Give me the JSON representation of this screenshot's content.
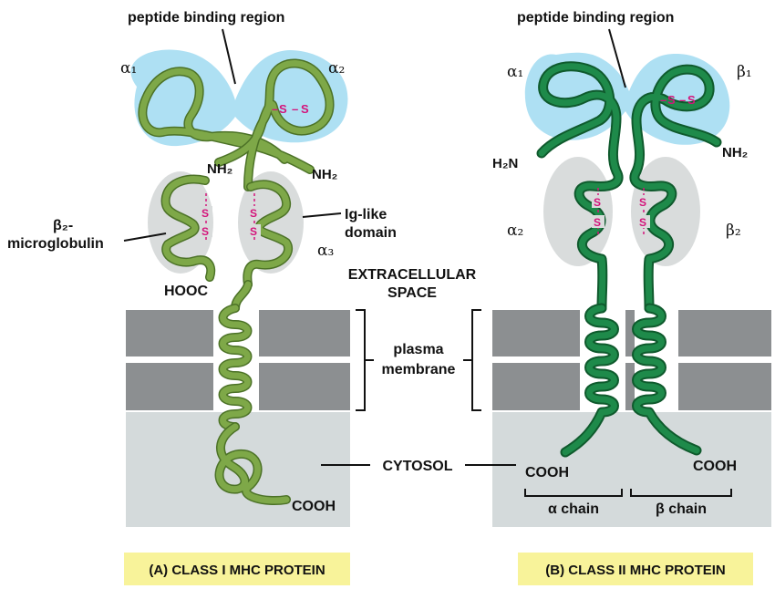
{
  "colors": {
    "class1_chain": "#7ea848",
    "class1_chain_dark": "#4c7227",
    "class2_chain": "#1e8a4a",
    "class2_chain_dark": "#0f5a2d",
    "peptide_region": "#aee0f3",
    "domain_oval": "#d9dcdc",
    "membrane": "#8c8f91",
    "cytosol": "#d4dadb",
    "disulfide": "#d4147b",
    "caption_bg": "#f8f39a"
  },
  "class1": {
    "peptide_label": "peptide binding region",
    "alpha1": "α₁",
    "alpha2": "α₂",
    "alpha3": "α₃",
    "nh2_inner": "NH₂",
    "nh2_outer": "NH₂",
    "beta2_line1": "β₂-",
    "beta2_line2": "microglobulin",
    "hooc": "HOOC",
    "iglike_line1": "Ig-like",
    "iglike_line2": "domain",
    "cooh": "COOH",
    "caption": "(A)  CLASS I MHC PROTEIN"
  },
  "class2": {
    "peptide_label": "peptide binding region",
    "alpha1": "α₁",
    "beta1": "β₁",
    "alpha2": "α₂",
    "beta2": "β₂",
    "h2n": "H₂N",
    "nh2": "NH₂",
    "cooh_left": "COOH",
    "cooh_right": "COOH",
    "alpha_chain": "α chain",
    "beta_chain": "β chain",
    "caption": "(B)  CLASS II MHC PROTEIN"
  },
  "center": {
    "extracellular_line1": "EXTRACELLULAR",
    "extracellular_line2": "SPACE",
    "plasma_line1": "plasma",
    "plasma_line2": "membrane",
    "cytosol": "CYTOSOL"
  },
  "disulfide": {
    "s": "S",
    "dash": "–"
  }
}
